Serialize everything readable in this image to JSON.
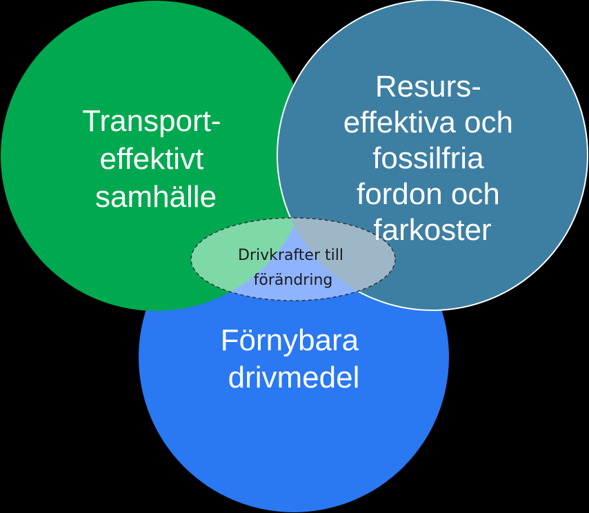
{
  "diagram": {
    "circles": [
      {
        "id": "transport",
        "color": "#00a94f",
        "lines": [
          "Transport-",
          "effektivt",
          "samhälle"
        ]
      },
      {
        "id": "resurs",
        "color": "#3d7fa2",
        "lines": [
          "Resurs-",
          "effektiva och",
          "fossilfria",
          "fordon och",
          "farkoster"
        ]
      },
      {
        "id": "fornybara",
        "color": "#2a78f2",
        "lines": [
          "Förnybara",
          "drivmedel"
        ]
      }
    ],
    "center": {
      "lines": [
        "Drivkrafter till",
        "förändring"
      ]
    },
    "colors": {
      "background": "#000000",
      "overlap_green_blue": "#7fd8a8",
      "overlap_all": "#9db7c9",
      "overlap_bottom": "#8fb4ff",
      "center_border": "#333333"
    }
  }
}
